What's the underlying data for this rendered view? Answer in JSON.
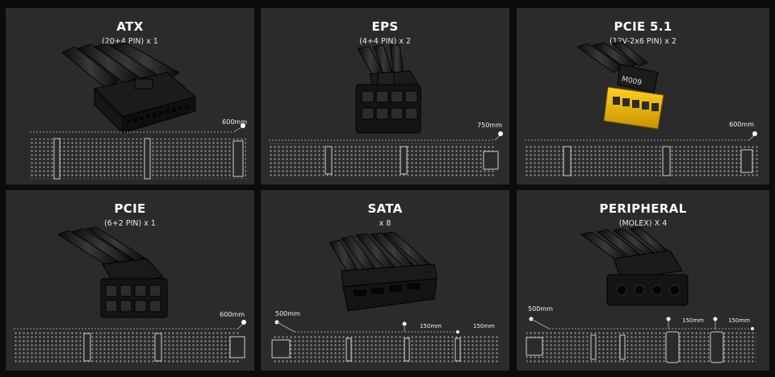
{
  "cards": [
    {
      "title": "ATX",
      "subtitle": "(20+4 PIN) x 1",
      "length": "600mm"
    },
    {
      "title": "EPS",
      "subtitle": "(4+4 PIN) x 2",
      "length": "750mm"
    },
    {
      "title": "PCIE 5.1",
      "subtitle": "(12V-2x6 PIN) x 2",
      "length": "600mm",
      "connector_marking": "M009"
    },
    {
      "title": "PCIE",
      "subtitle": "(6+2 PIN) x 1",
      "length": "600mm"
    },
    {
      "title": "SATA",
      "subtitle": "x 8",
      "length": "500mm",
      "spacing_1": "150mm",
      "spacing_2": "150mm"
    },
    {
      "title": "PERIPHERAL",
      "subtitle": "(MOLEX) X 4",
      "length": "500mm",
      "spacing_1": "150mm",
      "spacing_2": "150mm"
    }
  ],
  "colors": {
    "panel": "#2b2b2b",
    "background": "#0c0c0c",
    "connector_accent": "#f2b705"
  }
}
